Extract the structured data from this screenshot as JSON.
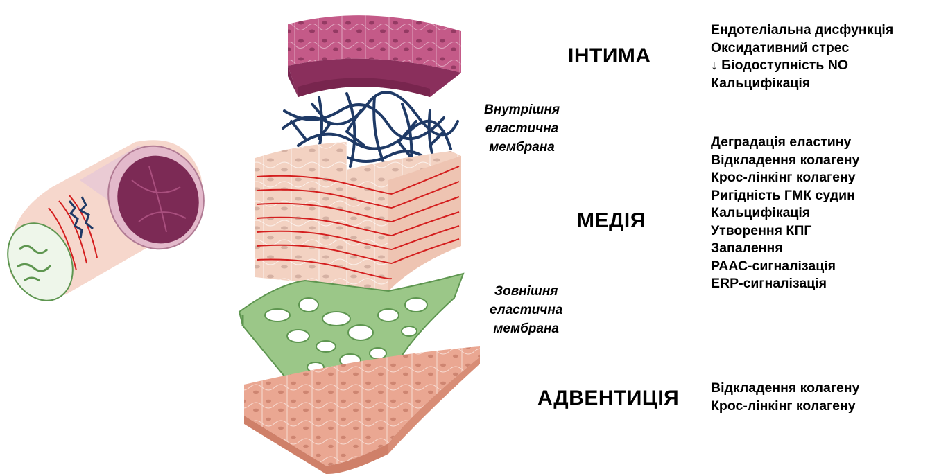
{
  "layers": [
    {
      "id": "intima",
      "title": "ІНТИМА",
      "effects": [
        "Ендотеліальна дисфункція",
        "Оксидативний стрес",
        "↓ Біодоступність NO",
        "Кальцифікація"
      ]
    },
    {
      "id": "media",
      "title": "МЕДІЯ",
      "effects": [
        "Деградація еластину",
        "Відкладення колагену",
        "Крос-лінкінг колагену",
        "Ригідність ГМК судин",
        "Кальцифікація",
        "Утворення КПГ",
        "Запалення",
        "РААС-сигналізація",
        "ERP-сигналізація"
      ]
    },
    {
      "id": "adventitia",
      "title": "АДВЕНТИЦІЯ",
      "effects": [
        "Відкладення колагену",
        "Крос-лінкінг колагену"
      ]
    }
  ],
  "membranes": {
    "inner": [
      "Внутрішня",
      "еластична",
      "мембрана"
    ],
    "outer": [
      "Зовнішня",
      "еластична",
      "мембрана"
    ]
  },
  "colors": {
    "intima": "#b04a78",
    "intima_dark": "#8a2f5c",
    "inner_membrane": "#1f3a66",
    "media": "#f3d2c2",
    "media_fibers": "#d41e1e",
    "outer_membrane": "#9bc788",
    "outer_membrane_edge": "#5e9650",
    "adventitia": "#eaa792"
  }
}
